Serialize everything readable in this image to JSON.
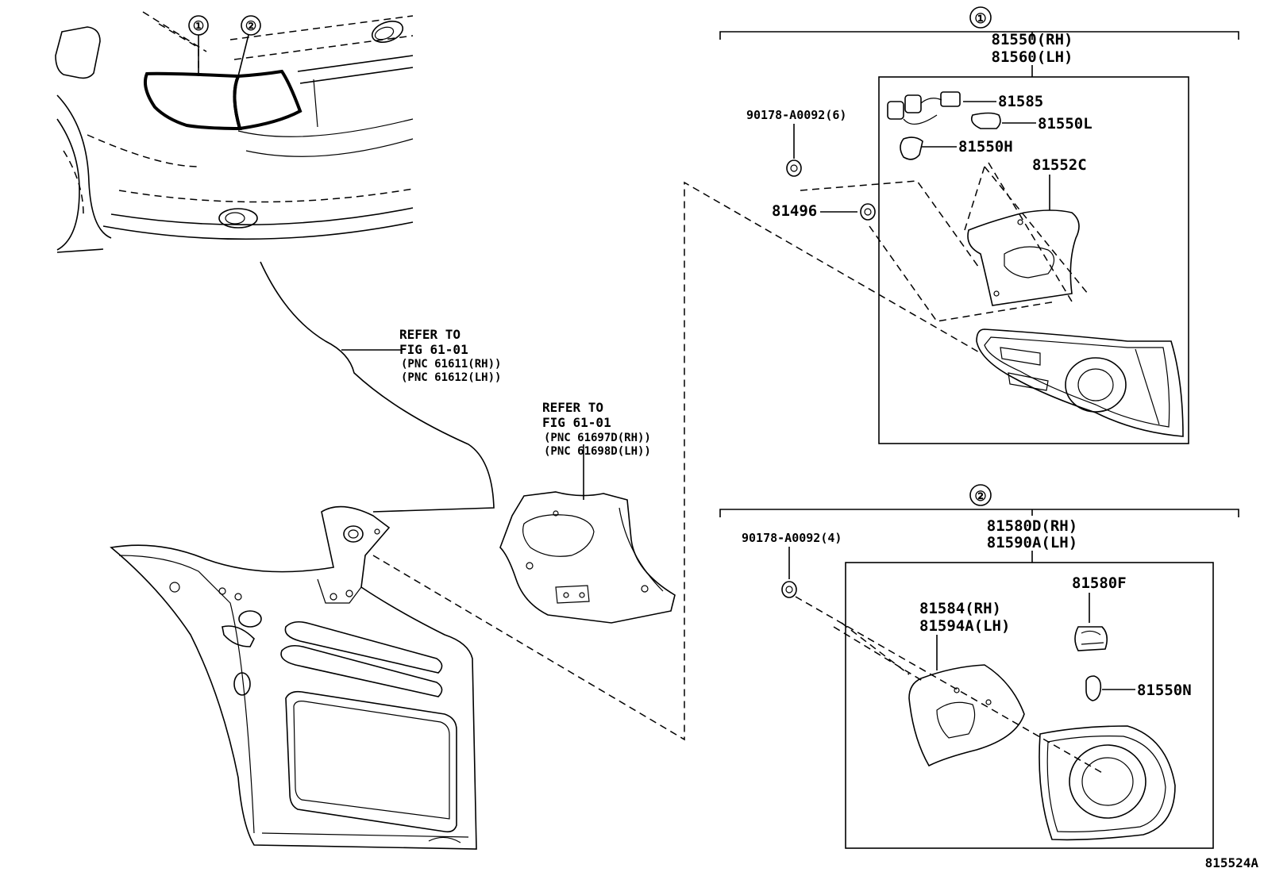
{
  "callouts": {
    "one": "①",
    "two": "②"
  },
  "refer_blocks": {
    "quarter_panel": {
      "line1": "REFER TO",
      "line2": "FIG 61-01",
      "line3": "(PNC 61611(RH))",
      "line4": "(PNC 61612(LH))"
    },
    "inner_panel": {
      "line1": "REFER TO",
      "line2": "FIG 61-01",
      "line3": "(PNC 61697D(RH))",
      "line4": "(PNC 61698D(LH))"
    }
  },
  "group1": {
    "marker": "①",
    "assy_rh": "81550(RH)",
    "assy_lh": "81560(LH)",
    "parts": {
      "socket_wire": "81585",
      "bulb_l": "81550L",
      "bulb_h": "81550H",
      "gasket": "81552C",
      "clip": "81496",
      "nut": "90178-A0092(6)"
    }
  },
  "group2": {
    "marker": "②",
    "assy_rh": "81580D(RH)",
    "assy_lh": "81590A(LH)",
    "parts": {
      "nut": "90178-A0092(4)",
      "socket": "81580F",
      "gasket_rh": "81584(RH)",
      "gasket_lh": "81594A(LH)",
      "bulb": "81550N"
    }
  },
  "illustration_id": "815524A"
}
